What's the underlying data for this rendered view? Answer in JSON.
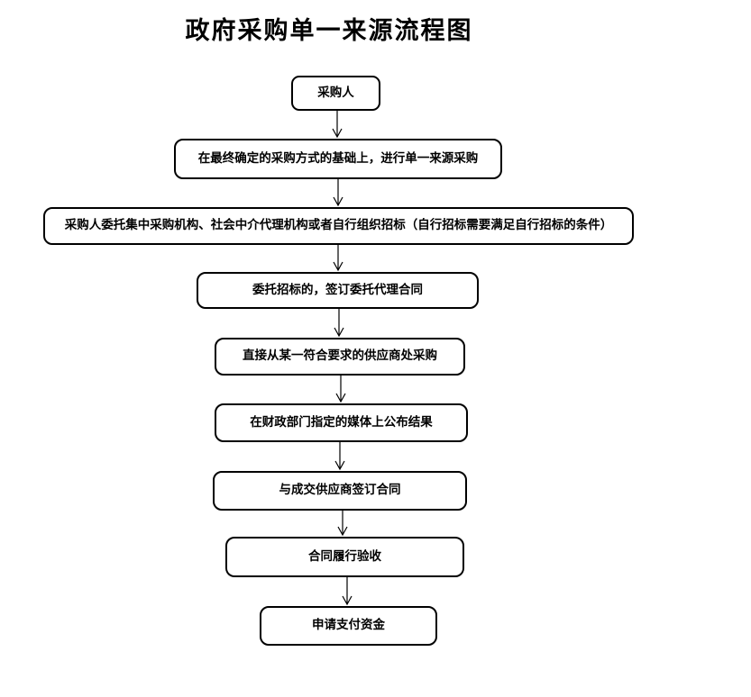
{
  "title": "政府采购单一来源流程图",
  "colors": {
    "background": "#ffffff",
    "node_border": "#000000",
    "text": "#000000",
    "arrow": "#000000"
  },
  "flow": {
    "shape": "rounded-rectangle",
    "direction": "top-to-bottom",
    "steps": [
      {
        "label": "采购人"
      },
      {
        "label": "在最终确定的采购方式的基础上，进行单一来源采购"
      },
      {
        "label": "采购人委托集中采购机构、社会中介代理机构或者自行组织招标（自行招标需要满足自行招标的条件）"
      },
      {
        "label": "委托招标的，签订委托代理合同"
      },
      {
        "label": "直接从某一符合要求的供应商处采购"
      },
      {
        "label": "在财政部门指定的媒体上公布结果"
      },
      {
        "label": "与成交供应商签订合同"
      },
      {
        "label": "合同履行验收"
      },
      {
        "label": "申请支付资金"
      }
    ],
    "connector": "down-arrow"
  }
}
